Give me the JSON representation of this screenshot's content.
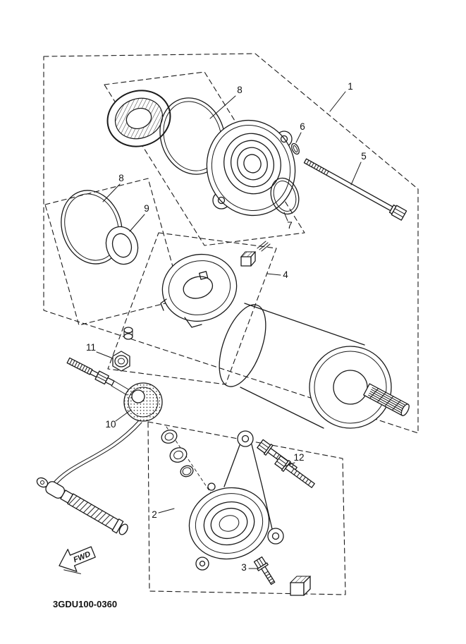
{
  "meta": {
    "title": "Starter motor exploded parts diagram",
    "drawing_number": "3GDU100-0360",
    "fwd_label": "FWD",
    "line_color": "#1a1a1a",
    "background_color": "#ffffff"
  },
  "callouts": {
    "c1": "1",
    "c2": "2",
    "c3": "3",
    "c4": "4",
    "c5": "5",
    "c6": "6",
    "c7": "7",
    "c8a": "8",
    "c8b": "8",
    "c9": "9",
    "c10": "10",
    "c11": "11",
    "c12": "12"
  }
}
